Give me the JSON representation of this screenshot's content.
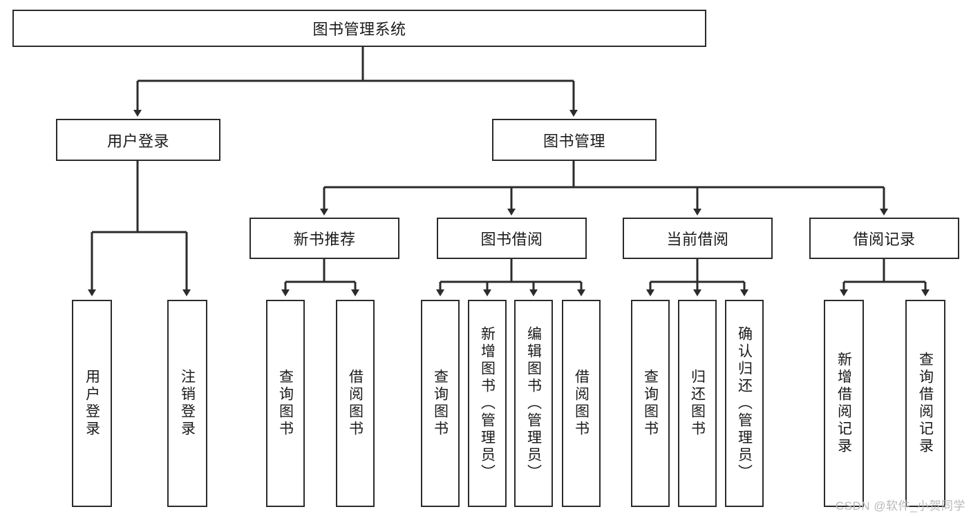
{
  "diagram": {
    "title": "图书管理系统",
    "type": "tree-hierarchy-diagram",
    "colors": {
      "box_border": "#2b2b2b",
      "box_fill": "#ffffff",
      "edge": "#2b2b2b",
      "text": "#1a1a1a",
      "watermark": "#b9b9b9"
    },
    "nodes": {
      "root": {
        "label": "图书管理系统"
      },
      "level2": [
        {
          "label": "用户登录"
        },
        {
          "label": "图书管理"
        }
      ],
      "level3": [
        {
          "label": "新书推荐"
        },
        {
          "label": "图书借阅"
        },
        {
          "label": "当前借阅"
        },
        {
          "label": "借阅记录"
        }
      ],
      "leaves": {
        "user_login": [
          {
            "label": "用户登录"
          },
          {
            "label": "注销登录"
          }
        ],
        "new_book_recommend": [
          {
            "label": "查询图书"
          },
          {
            "label": "借阅图书"
          }
        ],
        "book_borrow": [
          {
            "label": "查询图书"
          },
          {
            "label": "新增图书（管理员）"
          },
          {
            "label": "编辑图书（管理员）"
          },
          {
            "label": "借阅图书"
          }
        ],
        "current_borrow": [
          {
            "label": "查询图书"
          },
          {
            "label": "归还图书"
          },
          {
            "label": "确认归还（管理员）"
          }
        ],
        "borrow_record": [
          {
            "label": "新增借阅记录"
          },
          {
            "label": "查询借阅记录"
          }
        ]
      }
    },
    "watermark": "CSDN @软件_小贺同学"
  }
}
